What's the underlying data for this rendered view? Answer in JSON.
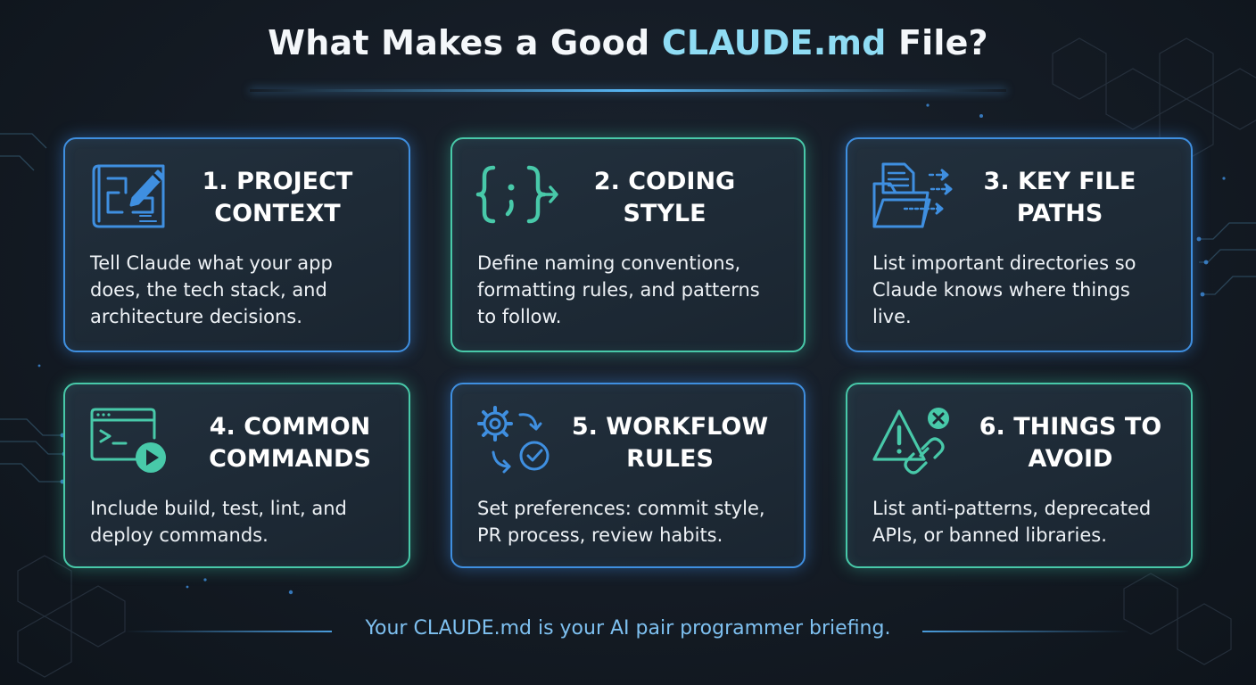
{
  "header": {
    "title_pre": "What Makes a Good ",
    "title_accent": "CLAUDE.md",
    "title_post": " File?"
  },
  "cards": [
    {
      "title": "1. PROJECT\nCONTEXT",
      "desc": "Tell Claude what your app does, the tech stack, and architecture decisions.",
      "icon": "blueprint-pencil-icon",
      "color": "#3f8fe0"
    },
    {
      "title": "2. CODING\nSTYLE",
      "desc": "Define naming conventions, formatting rules, and patterns to follow.",
      "icon": "curly-braces-icon",
      "color": "#48c9a9"
    },
    {
      "title": "3. KEY FILE\nPATHS",
      "desc": "List important directories so Claude knows where things live.",
      "icon": "folder-arrows-icon",
      "color": "#3f8fe0"
    },
    {
      "title": "4. COMMON\nCOMMANDS",
      "desc": "Include build, test, lint, and deploy commands.",
      "icon": "terminal-play-icon",
      "color": "#48c9a9"
    },
    {
      "title": "5. WORKFLOW\nRULES",
      "desc": "Set preferences: commit style, PR process, review habits.",
      "icon": "gear-cycle-check-icon",
      "color": "#3f8fe0"
    },
    {
      "title": "6. THINGS TO\nAVOID",
      "desc": "List anti-patterns, deprecated APIs, or banned libraries.",
      "icon": "warning-broken-link-icon",
      "color": "#48c9a9"
    }
  ],
  "footer": {
    "text": "Your CLAUDE.md is your AI pair programmer briefing."
  }
}
